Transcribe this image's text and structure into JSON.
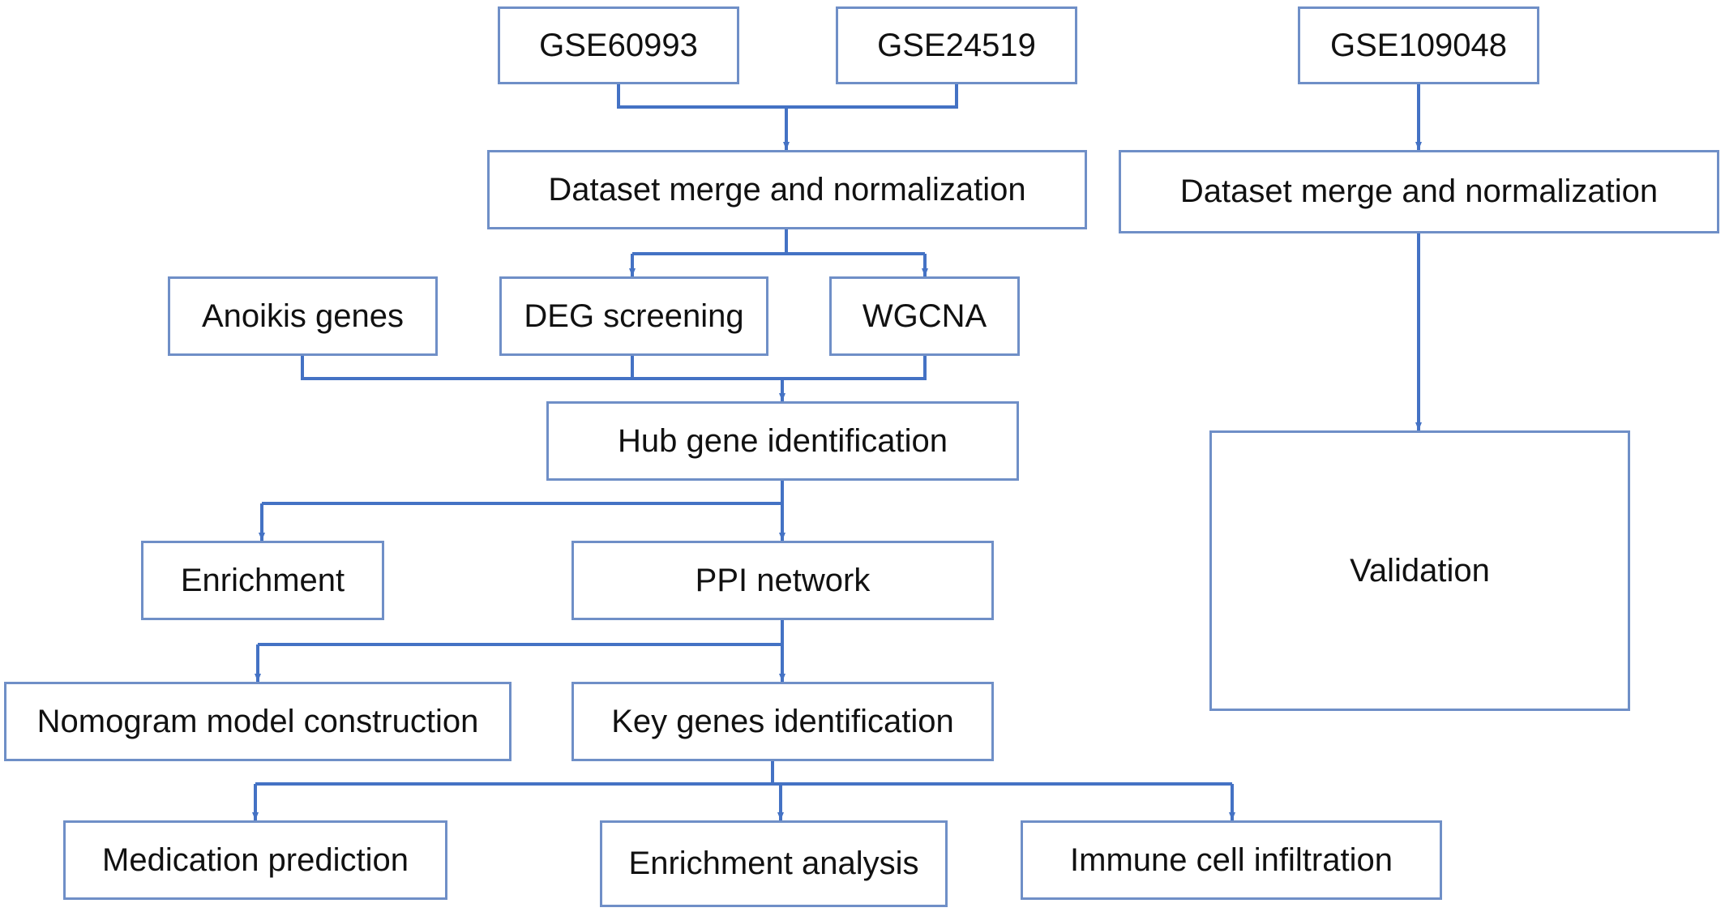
{
  "nodes": {
    "gse60993": "GSE60993",
    "gse24519": "GSE24519",
    "gse109048": "GSE109048",
    "merge_left": "Dataset merge and normalization",
    "merge_right": "Dataset merge and normalization",
    "anoikis": "Anoikis genes",
    "deg": "DEG screening",
    "wgcna": "WGCNA",
    "hub": "Hub gene identification",
    "enrichment": "Enrichment",
    "ppi": "PPI network",
    "nomogram": "Nomogram model construction",
    "key": "Key genes identification",
    "validation": "Validation",
    "medication": "Medication prediction",
    "enrich_analysis": "Enrichment analysis",
    "immune": "Immune cell infiltration"
  },
  "edges": [
    {
      "from": "gse60993",
      "to": "merge_left"
    },
    {
      "from": "gse24519",
      "to": "merge_left"
    },
    {
      "from": "gse109048",
      "to": "merge_right"
    },
    {
      "from": "merge_left",
      "to": "deg"
    },
    {
      "from": "merge_left",
      "to": "wgcna"
    },
    {
      "from": "anoikis",
      "to": "hub"
    },
    {
      "from": "deg",
      "to": "hub"
    },
    {
      "from": "wgcna",
      "to": "hub"
    },
    {
      "from": "hub",
      "to": "enrichment"
    },
    {
      "from": "hub",
      "to": "ppi"
    },
    {
      "from": "ppi",
      "to": "nomogram"
    },
    {
      "from": "ppi",
      "to": "key"
    },
    {
      "from": "key",
      "to": "medication"
    },
    {
      "from": "key",
      "to": "enrich_analysis"
    },
    {
      "from": "key",
      "to": "immune"
    },
    {
      "from": "merge_right",
      "to": "validation"
    }
  ],
  "colors": {
    "box_border": "#6f8fc7",
    "arrow": "#4472c4",
    "text": "#111111"
  }
}
